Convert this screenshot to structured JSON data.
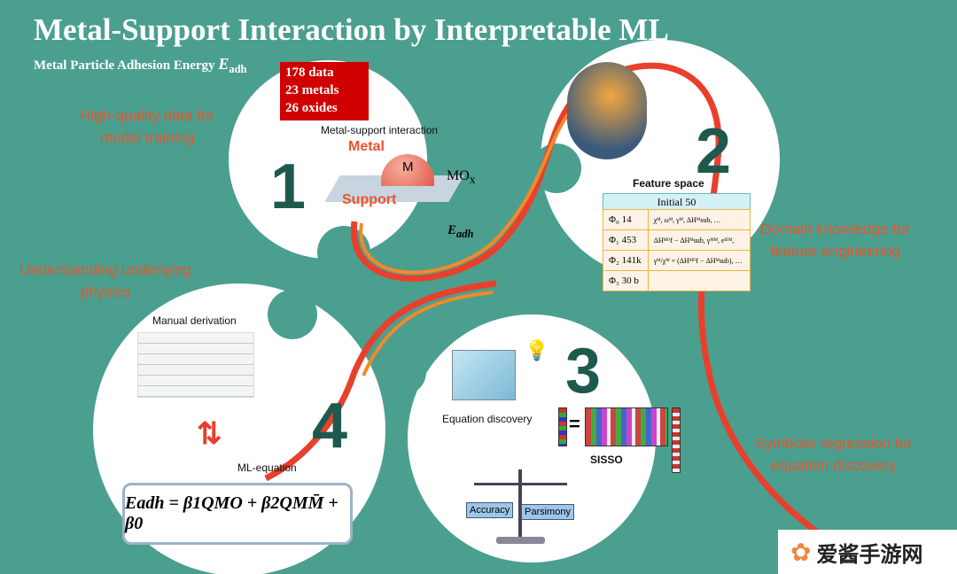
{
  "title": "Metal-Support Interaction by Interpretable ML",
  "subtitle": "Metal Particle Adhesion Energy",
  "subtitle_symbol": "E",
  "subtitle_sub": "adh",
  "data_box": [
    "178 data",
    "23 metals",
    "26 oxides"
  ],
  "steps": {
    "s1": {
      "number": "1",
      "annotation": [
        "High-quality data for",
        "model training"
      ],
      "label": "Metal-support interaction",
      "metal": "Metal",
      "support": "Support",
      "particle": "M",
      "oxide": "MO",
      "oxide_sub": "x",
      "energy": "E",
      "energy_sub": "adh"
    },
    "s2": {
      "number": "2",
      "annotation": [
        "Domain knowledge for",
        "feature engineering"
      ],
      "label": "Feature space",
      "table_header": "Initial  50",
      "rows": [
        {
          "name": "Φ₀  14",
          "desc": "χᴹ, ωᴹ, γᴹ, ΔHᴹsub, …"
        },
        {
          "name": "Φ₁  453",
          "desc": "ΔHᴹᴼf − ΔHᴹsub, γᴹᴹ, eᴵᴱᴹ,"
        },
        {
          "name": "Φ₂  141k",
          "desc": "γᴹ/χᴹ × (ΔHᴹᴼf − ΔHᴹsub), …"
        },
        {
          "name": "Φ₃  30 b",
          "desc": ""
        }
      ]
    },
    "s3": {
      "number": "3",
      "annotation": [
        "Symbolic regression for",
        "equation discovery"
      ],
      "label": "Equation discovery",
      "sisso": "SISSO",
      "accuracy": "Accuracy",
      "parsimony": "Parsimony"
    },
    "s4": {
      "number": "4",
      "annotation": [
        "Understanding underlying",
        "physics"
      ],
      "label": "Manual derivation",
      "ml_label": "ML-equation",
      "equation": "Eadh = β1QMO + β2QMM̄ + β0"
    }
  },
  "watermark": "爱酱手游网",
  "colors": {
    "background": "#4b9f8f",
    "accent": "#e8552c",
    "number": "#1d5a4d"
  }
}
